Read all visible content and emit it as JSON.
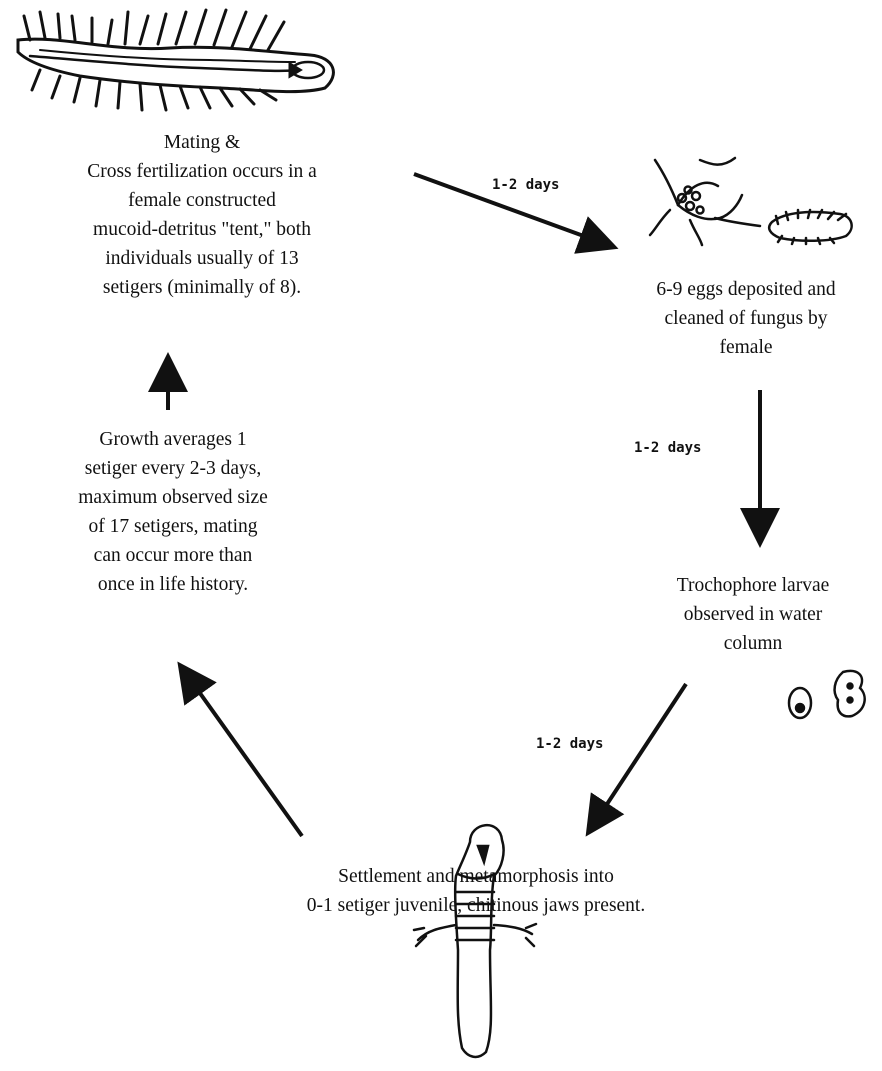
{
  "stages": {
    "mating": {
      "lines": [
        "Mating &",
        "Cross fertilization occurs in a",
        "female constructed",
        "mucoid-detritus \"tent,\" both",
        "individuals usually of 13",
        "setigers (minimally of  8)."
      ]
    },
    "eggs": {
      "lines": [
        "6-9 eggs deposited and",
        "cleaned of fungus by",
        "female"
      ]
    },
    "larvae": {
      "lines": [
        "Trochophore larvae",
        "observed in water",
        "column"
      ]
    },
    "settlement": {
      "lines": [
        "Settlement and metamorphosis into",
        "0-1 setiger juvenile, chitinous jaws present."
      ]
    },
    "growth": {
      "lines": [
        "Growth averages 1",
        "setiger every 2-3 days,",
        "maximum observed size",
        "of 17 setigers, mating",
        "can occur more than",
        "once in life history."
      ]
    }
  },
  "durations": {
    "mating_to_eggs": "1-2 days",
    "eggs_to_larvae": "1-2 days",
    "larvae_to_settlement": "1-2 days"
  }
}
